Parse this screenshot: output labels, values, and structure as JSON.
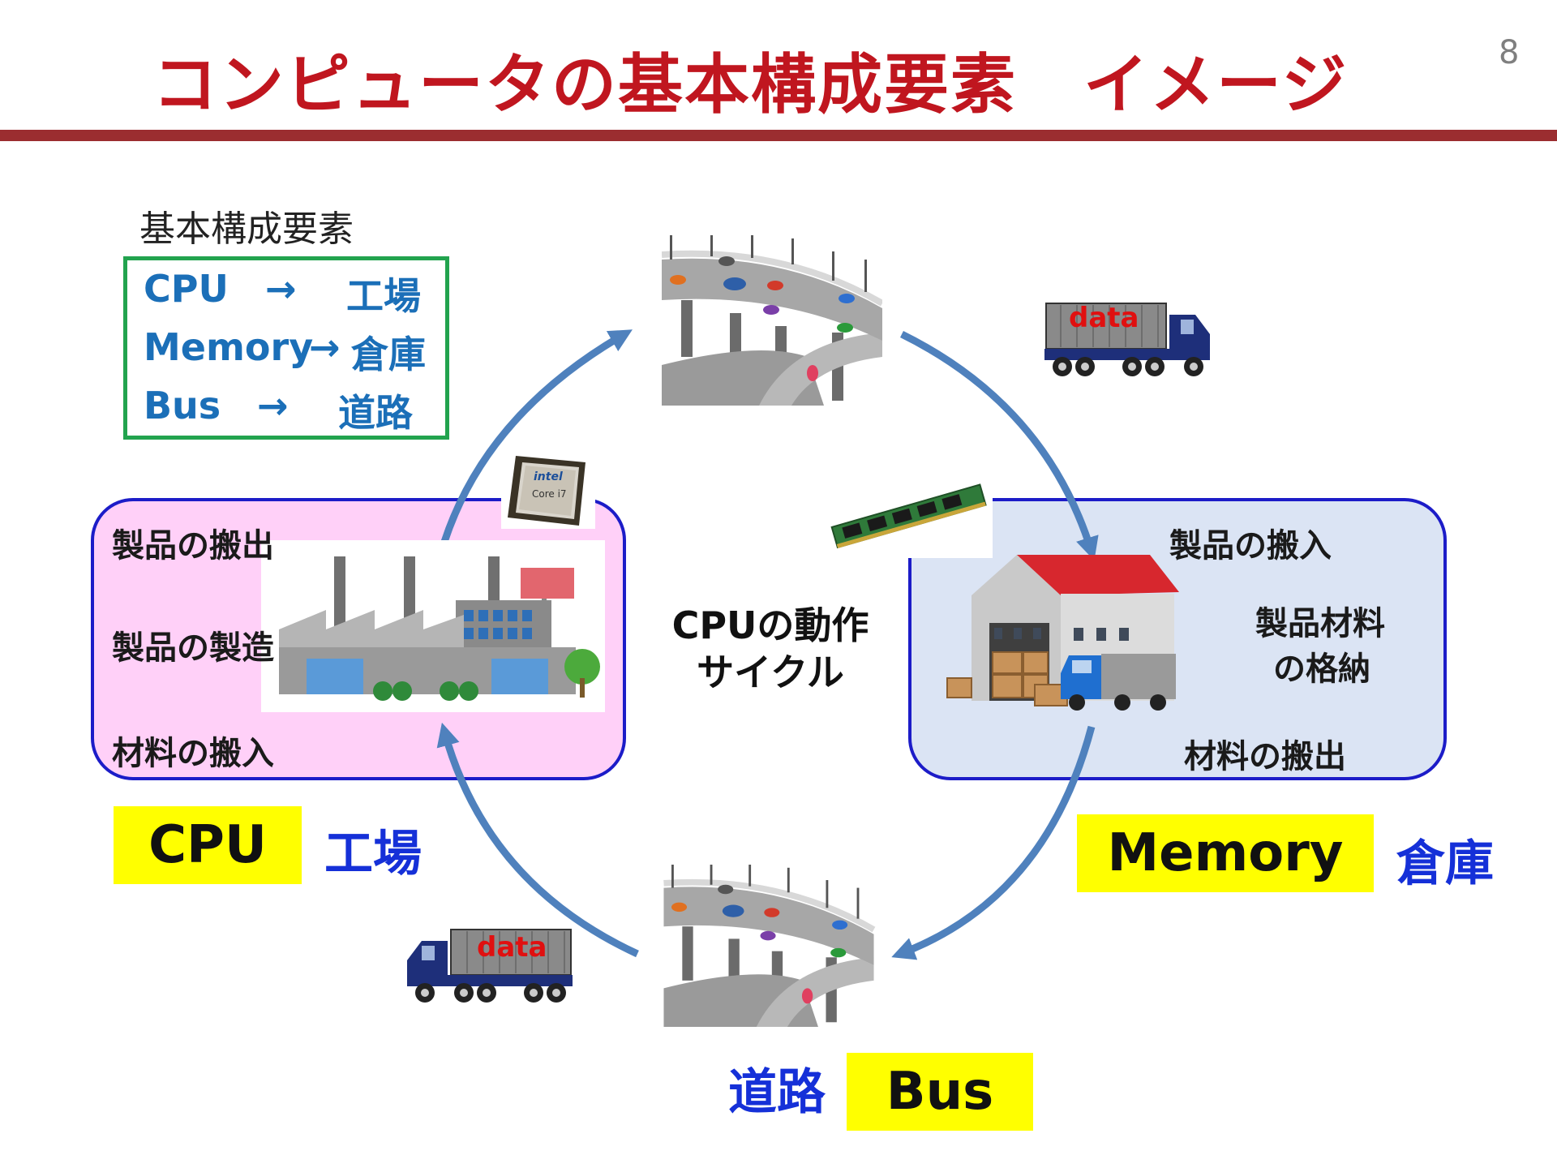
{
  "header": {
    "title": "コンピュータの基本構成要素　イメージ",
    "page_number": "8"
  },
  "legend": {
    "title": "基本構成要素",
    "rows": [
      {
        "term": "CPU",
        "arrow": "→",
        "meaning": "工場"
      },
      {
        "term": "Memory",
        "arrow": "→",
        "meaning": "倉庫"
      },
      {
        "term": "Bus",
        "arrow": "→",
        "meaning": "道路"
      }
    ]
  },
  "cpu_box": {
    "labels": [
      "製品の搬出",
      "製品の製造",
      "材料の搬入"
    ],
    "badge": "CPU",
    "name": "工場"
  },
  "memory_box": {
    "labels": [
      "製品の搬入",
      "製品材料",
      "の格納",
      "材料の搬出"
    ],
    "badge": "Memory",
    "name": "倉庫"
  },
  "center": {
    "line1": "CPUの動作",
    "line2": "サイクル"
  },
  "bus": {
    "badge": "Bus",
    "name": "道路"
  },
  "trucks": {
    "label": "data"
  },
  "chip": {
    "brand": "intel",
    "model": "Core i7"
  },
  "colors": {
    "title": "#c0161f",
    "rule": "#9b2d30",
    "arrow": "#4f81bd",
    "legend_border": "#22a34e",
    "badge": "#ffff00",
    "label_blue": "#1530d8"
  }
}
